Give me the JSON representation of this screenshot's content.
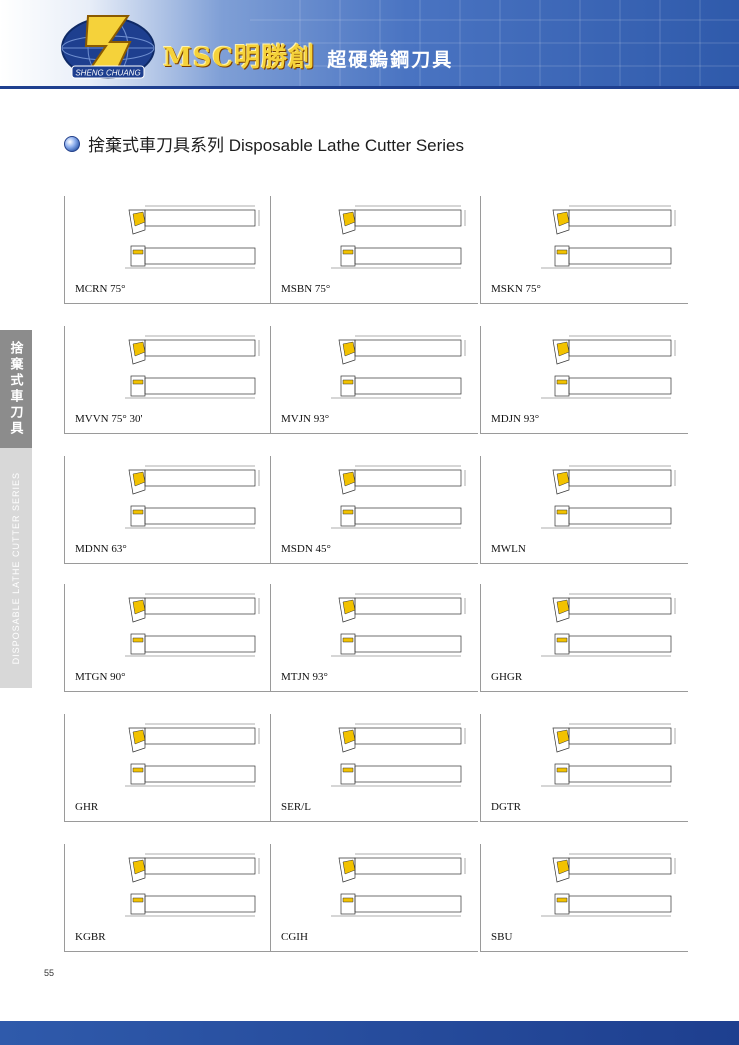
{
  "header": {
    "logo_text": "SHENG CHUANG",
    "brand": "MSC明勝創",
    "subtitle": "超硬鎢鋼刀具"
  },
  "section": {
    "title": "捨棄式車刀具系列 Disposable Lathe Cutter Series"
  },
  "side_tab": {
    "zh": "捨棄式車刀具",
    "en": "DISPOSABLE LATHE CUTTER SERIES"
  },
  "products": [
    {
      "label": "MCRN 75°"
    },
    {
      "label": "MSBN 75°"
    },
    {
      "label": "MSKN 75°"
    },
    {
      "label": "MVVN 75° 30'"
    },
    {
      "label": "MVJN 93°"
    },
    {
      "label": "MDJN 93°"
    },
    {
      "label": "MDNN 63°"
    },
    {
      "label": "MSDN 45°"
    },
    {
      "label": "MWLN"
    },
    {
      "label": "MTGN 90°"
    },
    {
      "label": "MTJN 93°"
    },
    {
      "label": "GHGR"
    },
    {
      "label": "GHR"
    },
    {
      "label": "SER/L"
    },
    {
      "label": "DGTR"
    },
    {
      "label": "KGBR"
    },
    {
      "label": "CGIH"
    },
    {
      "label": "SBU"
    }
  ],
  "colors": {
    "insert": "#f2c200",
    "brand_blue": "#2f5aab"
  },
  "page_number": "55"
}
